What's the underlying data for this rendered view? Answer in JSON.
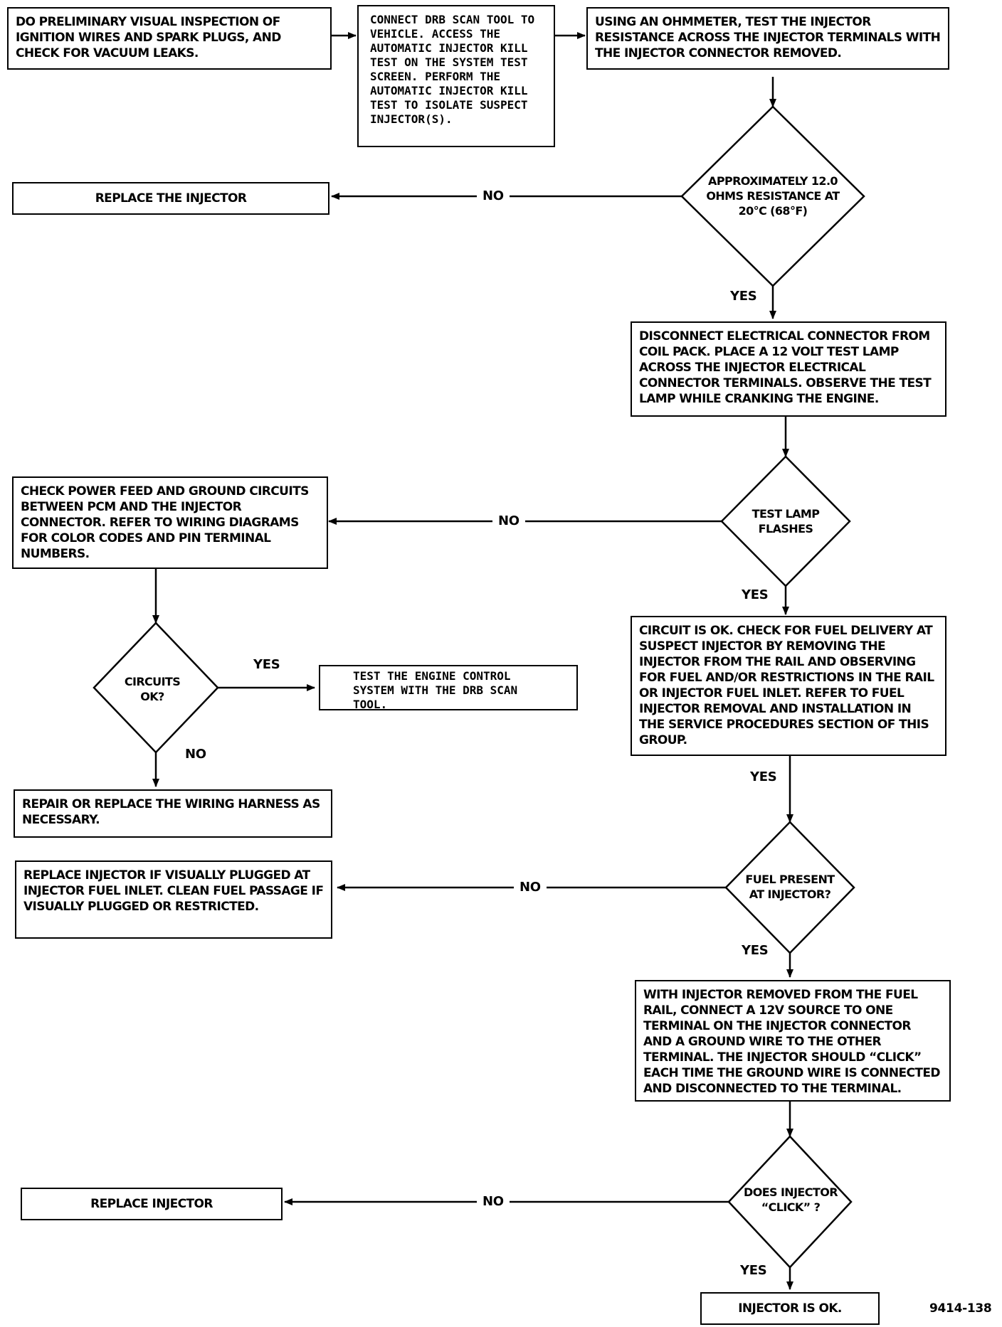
{
  "steps": {
    "inspect": "DO PRELIMINARY VISUAL INSPECTION OF IGNITION WIRES AND SPARK PLUGS, AND CHECK FOR VACUUM LEAKS.",
    "connect_drb": "CONNECT DRB SCAN TOOL TO VEHICLE. ACCESS THE AUTOMATIC INJECTOR KILL TEST ON THE SYSTEM TEST SCREEN. PERFORM THE AUTOMATIC INJECTOR KILL TEST TO ISOLATE SUSPECT INJECTOR(S).",
    "ohmmeter": "USING AN OHMMETER, TEST THE INJECTOR RESISTANCE ACROSS THE INJECTOR TERMINALS WITH THE INJECTOR CONNECTOR REMOVED.",
    "replace_injector_1": "REPLACE THE INJECTOR",
    "test_lamp": "DISCONNECT ELECTRICAL CONNECTOR FROM COIL PACK. PLACE A 12 VOLT TEST LAMP ACROSS THE INJECTOR ELECTRICAL CONNECTOR TERMINALS. OBSERVE THE TEST LAMP WHILE CRANKING THE ENGINE.",
    "check_power": "CHECK POWER FEED AND GROUND CIRCUITS BETWEEN PCM AND THE INJECTOR CONNECTOR. REFER TO WIRING DIAGRAMS FOR COLOR CODES AND PIN TERMINAL NUMBERS.",
    "circuit_ok": "CIRCUIT IS OK. CHECK FOR FUEL DELIVERY AT SUSPECT INJECTOR BY REMOVING THE INJECTOR FROM THE RAIL AND OBSERVING FOR FUEL AND/OR RESTRICTIONS IN THE RAIL OR INJECTOR FUEL INLET. REFER TO FUEL INJECTOR REMOVAL AND INSTALLATION IN THE SERVICE PROCEDURES SECTION OF THIS GROUP.",
    "test_ecs": "TEST THE ENGINE CONTROL SYSTEM WITH THE DRB SCAN TOOL.",
    "repair_wiring": "REPAIR OR REPLACE THE WIRING HARNESS AS NECESSARY.",
    "replace_plugged": "REPLACE INJECTOR IF VISUALLY PLUGGED AT INJECTOR FUEL INLET. CLEAN FUEL PASSAGE IF VISUALLY PLUGGED OR RESTRICTED.",
    "click_test": "WITH INJECTOR REMOVED FROM THE FUEL RAIL, CONNECT A 12V SOURCE TO ONE TERMINAL ON THE INJECTOR CONNECTOR AND A GROUND WIRE TO THE OTHER TERMINAL. THE INJECTOR SHOULD “CLICK” EACH TIME THE GROUND WIRE IS CONNECTED AND DISCONNECTED TO THE TERMINAL.",
    "replace_injector_2": "REPLACE INJECTOR",
    "injector_ok": "INJECTOR IS OK."
  },
  "decisions": {
    "resistance": "APPROXIMATELY 12.0 OHMS RESISTANCE AT 20°C (68°F)",
    "lamp_flashes": "TEST LAMP FLASHES",
    "circuits_ok": "CIRCUITS OK?",
    "fuel_present": "FUEL PRESENT AT INJECTOR?",
    "does_click": "DOES INJECTOR “CLICK” ?"
  },
  "labels": {
    "yes": "YES",
    "no": "NO"
  },
  "figure_code": "9414-138"
}
